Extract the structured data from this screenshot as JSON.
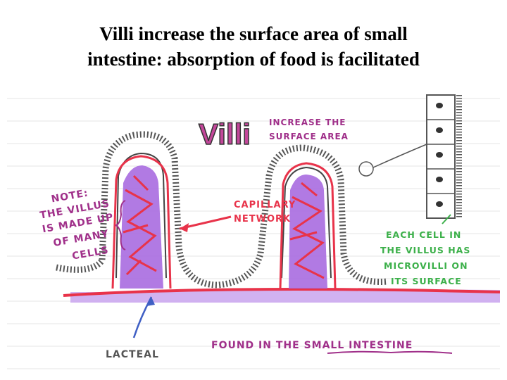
{
  "slide": {
    "title_line1": "Villi increase the surface area of small",
    "title_line2": "intestine: absorption of food is facilitated"
  },
  "diagram": {
    "heading": "Villi",
    "heading_note_line1": "INCREASE THE",
    "heading_note_line2": "SURFACE AREA",
    "note": [
      "NOTE:",
      "THE VILLUS",
      "IS MADE UP",
      "OF MANY",
      "CELLS"
    ],
    "capillary_line1": "CAPILLARY",
    "capillary_line2": "NETWORK",
    "cells_note": [
      "EACH CELL IN",
      "THE VILLUS HAS",
      "MICROVILLI ON",
      "ITS SURFACE"
    ],
    "lacteal": "LACTEAL",
    "found_prefix": "FOUND IN THE ",
    "found_place": "SMALL INTESTINE",
    "colors": {
      "red": "#e8334a",
      "purple": "#a86be0",
      "green": "#3cb04a",
      "blue": "#3f5fc4",
      "magenta": "#a0308a",
      "grey": "#555555"
    }
  }
}
